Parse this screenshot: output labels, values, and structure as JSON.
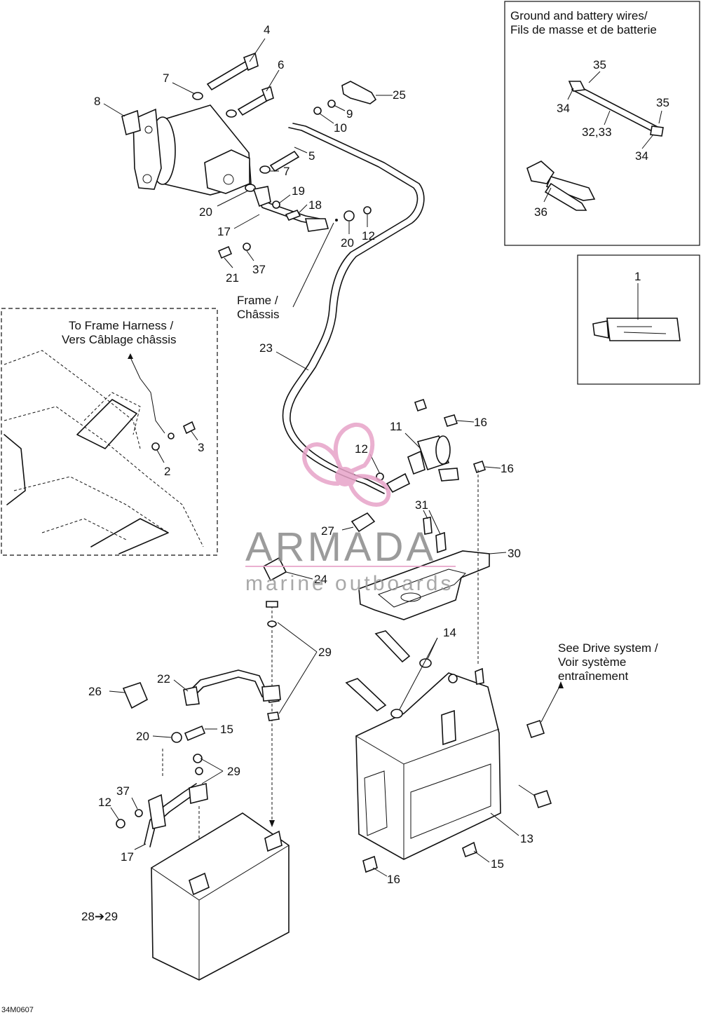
{
  "diagram": {
    "doc_code": "34M0607",
    "callouts": [
      {
        "id": "c4",
        "text": "4"
      },
      {
        "id": "c6",
        "text": "6"
      },
      {
        "id": "c7a",
        "text": "7"
      },
      {
        "id": "c8",
        "text": "8"
      },
      {
        "id": "c25",
        "text": "25"
      },
      {
        "id": "c9",
        "text": "9"
      },
      {
        "id": "c10",
        "text": "10"
      },
      {
        "id": "c5",
        "text": "5"
      },
      {
        "id": "c7b",
        "text": "7"
      },
      {
        "id": "c19",
        "text": "19"
      },
      {
        "id": "c18",
        "text": "18"
      },
      {
        "id": "c20a",
        "text": "20"
      },
      {
        "id": "c17a",
        "text": "17"
      },
      {
        "id": "c20b",
        "text": "20"
      },
      {
        "id": "c12a",
        "text": "12"
      },
      {
        "id": "c21",
        "text": "21"
      },
      {
        "id": "c37a",
        "text": "37"
      },
      {
        "id": "c3",
        "text": "3"
      },
      {
        "id": "c2",
        "text": "2"
      },
      {
        "id": "c23",
        "text": "23"
      },
      {
        "id": "c11",
        "text": "11"
      },
      {
        "id": "c16a",
        "text": "16"
      },
      {
        "id": "c12b",
        "text": "12"
      },
      {
        "id": "c16b",
        "text": "16"
      },
      {
        "id": "c31",
        "text": "31"
      },
      {
        "id": "c27",
        "text": "27"
      },
      {
        "id": "c30",
        "text": "30"
      },
      {
        "id": "c24",
        "text": "24"
      },
      {
        "id": "c29a",
        "text": "29"
      },
      {
        "id": "c14",
        "text": "14"
      },
      {
        "id": "c22",
        "text": "22"
      },
      {
        "id": "c26",
        "text": "26"
      },
      {
        "id": "c20c",
        "text": "20"
      },
      {
        "id": "c15a",
        "text": "15"
      },
      {
        "id": "c29b",
        "text": "29"
      },
      {
        "id": "c37b",
        "text": "37"
      },
      {
        "id": "c12c",
        "text": "12"
      },
      {
        "id": "c17b",
        "text": "17"
      },
      {
        "id": "c13",
        "text": "13"
      },
      {
        "id": "c15b",
        "text": "15"
      },
      {
        "id": "c16c",
        "text": "16"
      },
      {
        "id": "c28",
        "text": "28➔29"
      },
      {
        "id": "c35a",
        "text": "35"
      },
      {
        "id": "c34a",
        "text": "34"
      },
      {
        "id": "c35b",
        "text": "35"
      },
      {
        "id": "c3233",
        "text": "32,33"
      },
      {
        "id": "c34b",
        "text": "34"
      },
      {
        "id": "c36",
        "text": "36"
      },
      {
        "id": "c1",
        "text": "1"
      }
    ],
    "notes": {
      "ground_title_1": "Ground and battery wires/",
      "ground_title_2": "Fils de masse et de batterie",
      "frame_1": "Frame /",
      "frame_2": "Châssis",
      "harness_1": "To Frame Harness /",
      "harness_2": "Vers Câblage châssis",
      "drive_1": "See Drive system /",
      "drive_2": "Voir système",
      "drive_3": "entraînement"
    },
    "watermark": {
      "title": "ARMADA",
      "subtitle": "marine outboards",
      "title_color": "#8a8a8a",
      "accent_color": "#e7a3c8"
    }
  }
}
